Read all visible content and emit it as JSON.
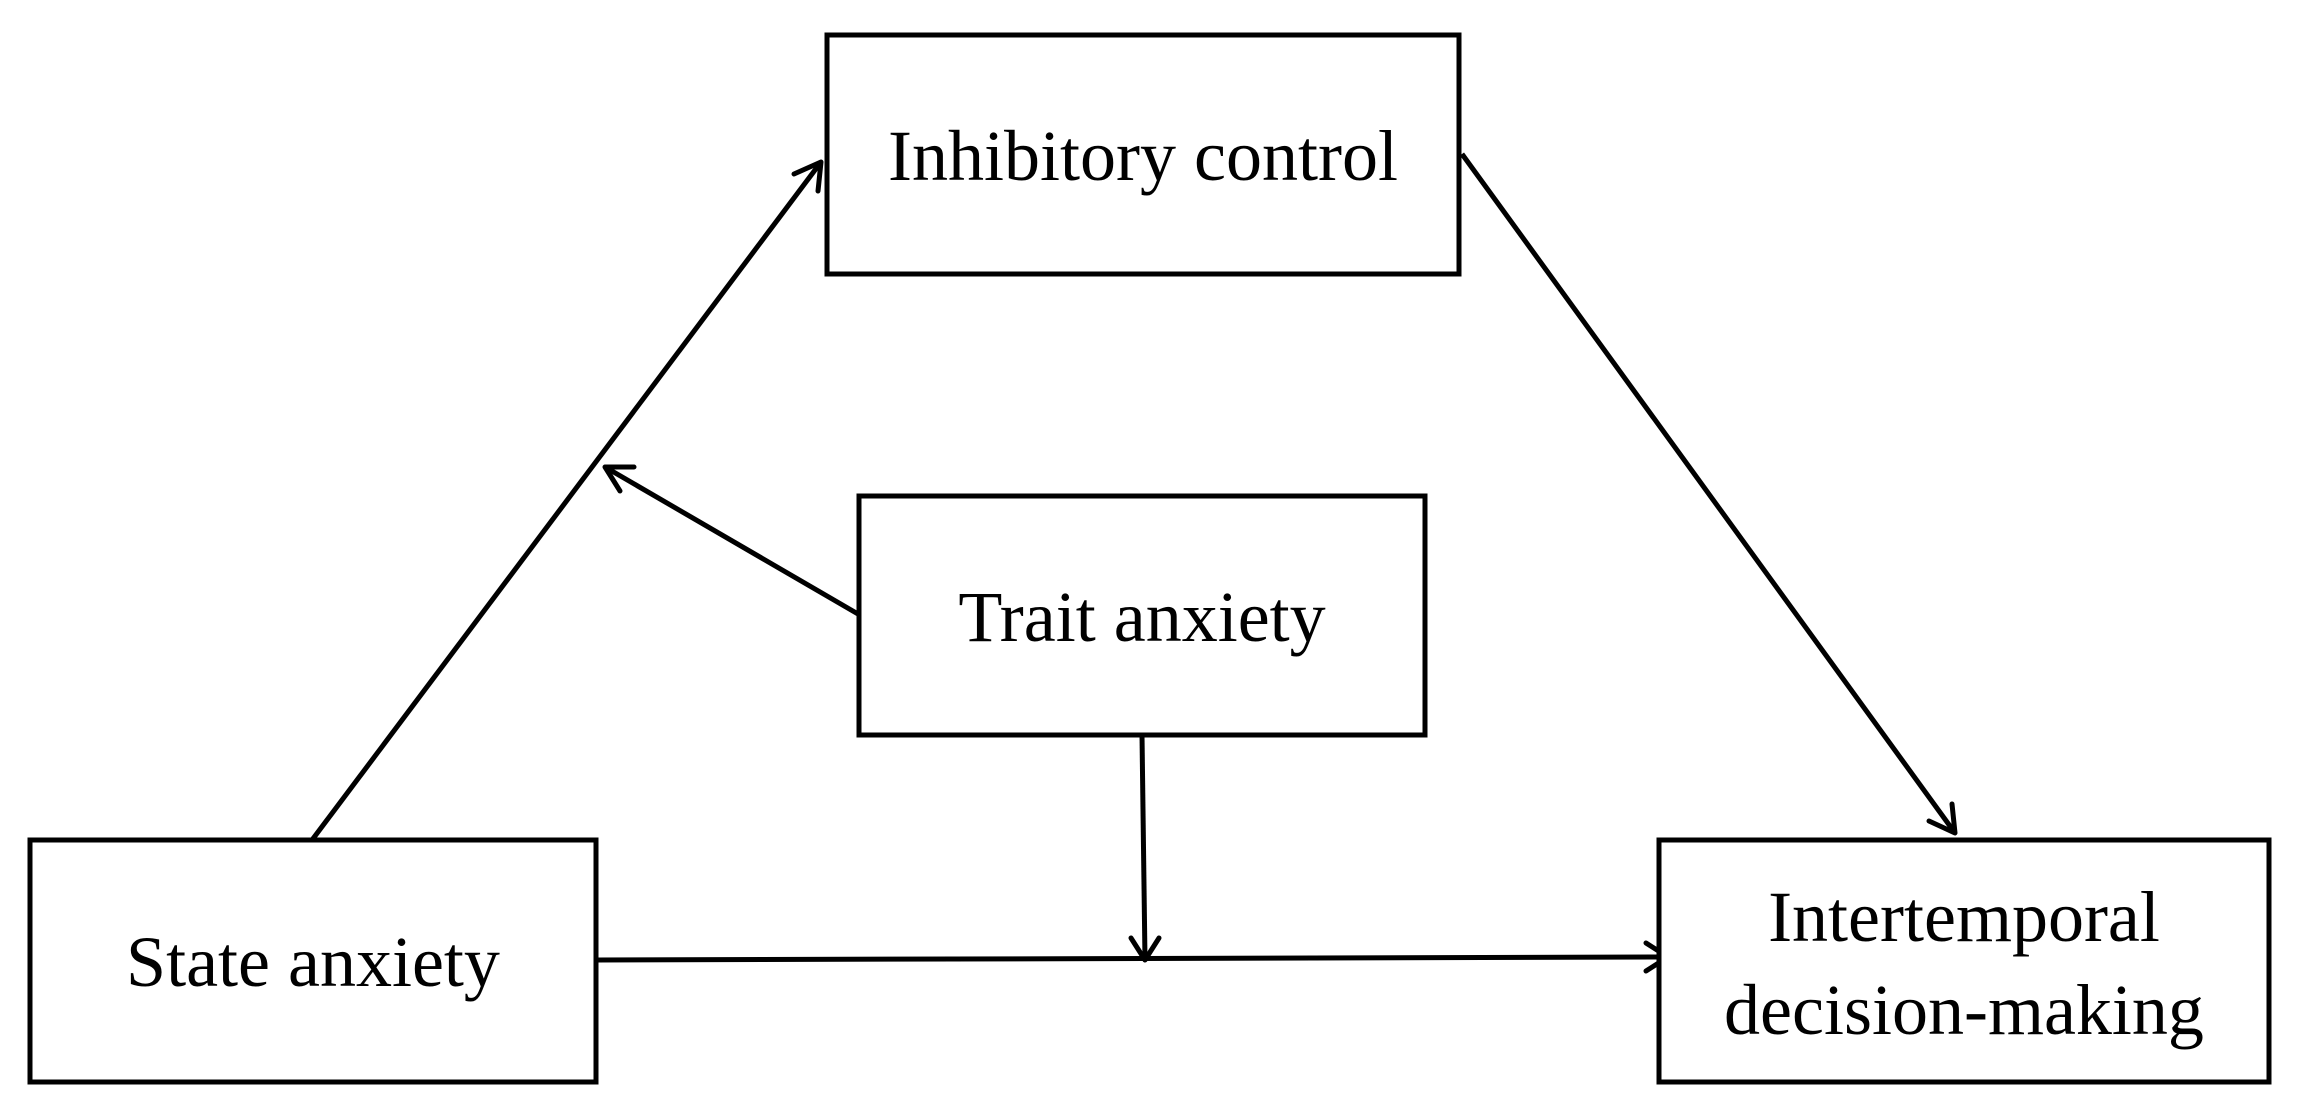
{
  "nodes": {
    "inhibitory_control": {
      "label": "Inhibitory control"
    },
    "trait_anxiety": {
      "label": "Trait anxiety"
    },
    "state_anxiety": {
      "label": "State anxiety"
    },
    "intertemporal": {
      "line1": "Intertemporal",
      "line2": "decision-making"
    }
  },
  "edges": [
    {
      "from": "state_anxiety",
      "to": "inhibitory_control"
    },
    {
      "from": "inhibitory_control",
      "to": "intertemporal"
    },
    {
      "from": "state_anxiety",
      "to": "intertemporal"
    },
    {
      "from": "trait_anxiety",
      "to": "edge:state_anxiety->inhibitory_control"
    },
    {
      "from": "trait_anxiety",
      "to": "edge:state_anxiety->intertemporal"
    }
  ],
  "colors": {
    "stroke": "#000000",
    "background": "#ffffff"
  }
}
